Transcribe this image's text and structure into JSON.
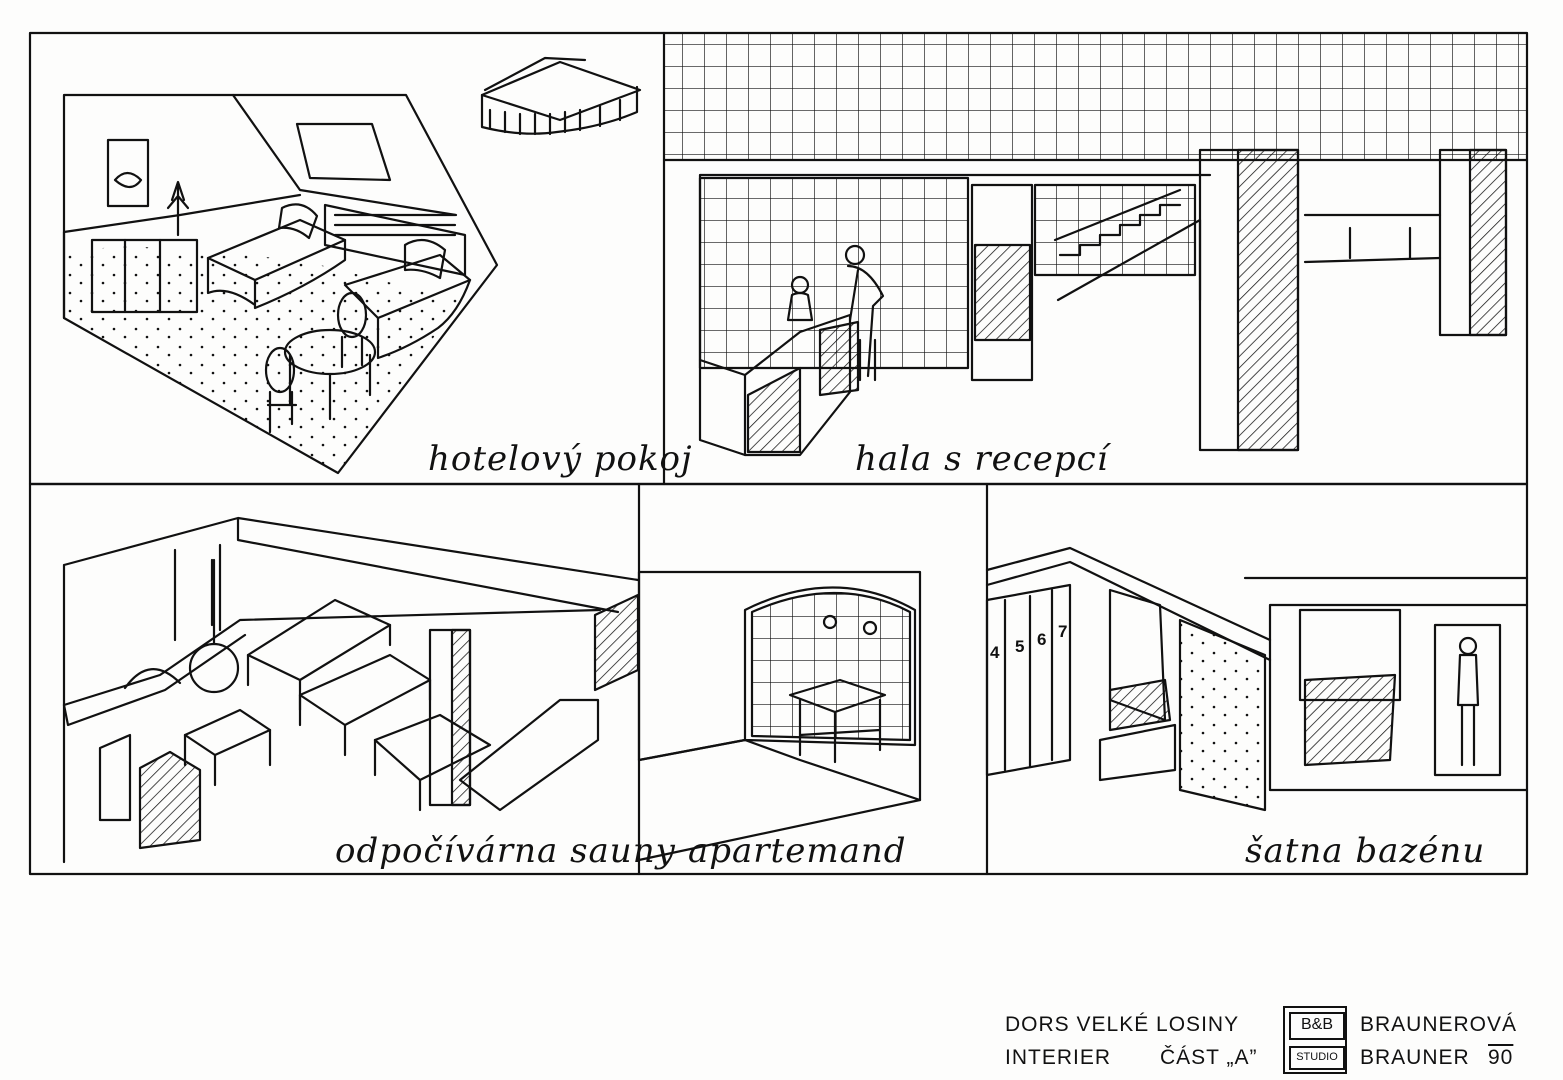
{
  "panels": {
    "hotel_room": {
      "caption": "hotelový pokoj"
    },
    "lobby": {
      "caption": "hala s recepcí"
    },
    "sauna_lounge": {
      "caption": "odpočívárna sauny"
    },
    "apartment": {
      "caption": "apartemand"
    },
    "pool_changing": {
      "caption": "šatna bazénu"
    }
  },
  "lockers": {
    "numbers": [
      "4",
      "5",
      "6",
      "7"
    ]
  },
  "title_block": {
    "project": "DORS VELKÉ LOSINY",
    "subject": "INTERIER",
    "part": "ČÁST „A”",
    "logo_top": "B&B",
    "logo_bottom": "STUDIO",
    "author1": "BRAUNEROVÁ",
    "author2": "BRAUNER",
    "year": "90"
  }
}
